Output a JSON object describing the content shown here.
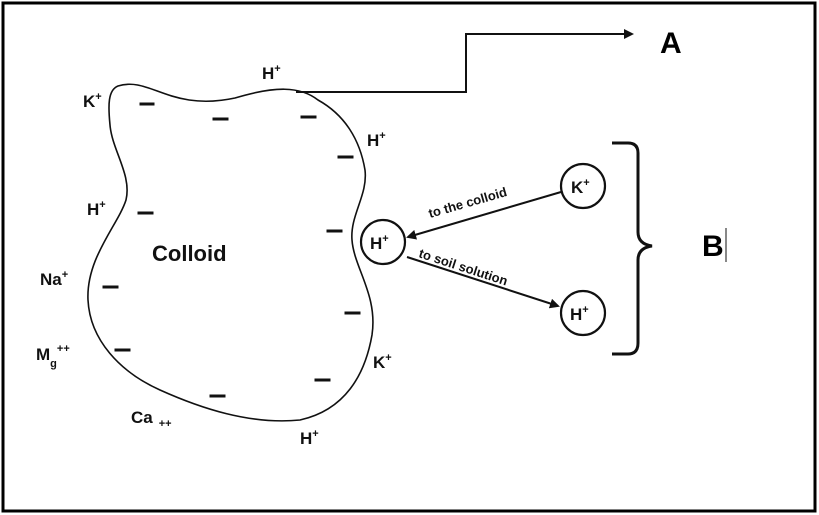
{
  "diagram": {
    "colloid_label": "Colloid",
    "label_a": "A",
    "label_b": "B",
    "ions": {
      "k_top": {
        "base": "K",
        "sup": "+"
      },
      "h_top": {
        "base": "H",
        "sup": "+"
      },
      "h_right_top": {
        "base": "H",
        "sup": "+"
      },
      "h_left": {
        "base": "H",
        "sup": "+"
      },
      "na": {
        "base": "Na",
        "sup": "+"
      },
      "mg": {
        "base": "M",
        "sub": "g",
        "sup": "++"
      },
      "ca": {
        "base": "Ca",
        "sup": "++"
      },
      "k_right_bottom": {
        "base": "K",
        "sup": "+"
      },
      "h_bottom": {
        "base": "H",
        "sup": "+"
      }
    },
    "circles": {
      "center": {
        "base": "H",
        "sup": "+"
      },
      "top_right": {
        "base": "K",
        "sup": "+"
      },
      "bottom_right": {
        "base": "H",
        "sup": "+"
      }
    },
    "arrow_labels": {
      "to_colloid": "to the colloid",
      "to_solution": "to soil solution"
    }
  }
}
